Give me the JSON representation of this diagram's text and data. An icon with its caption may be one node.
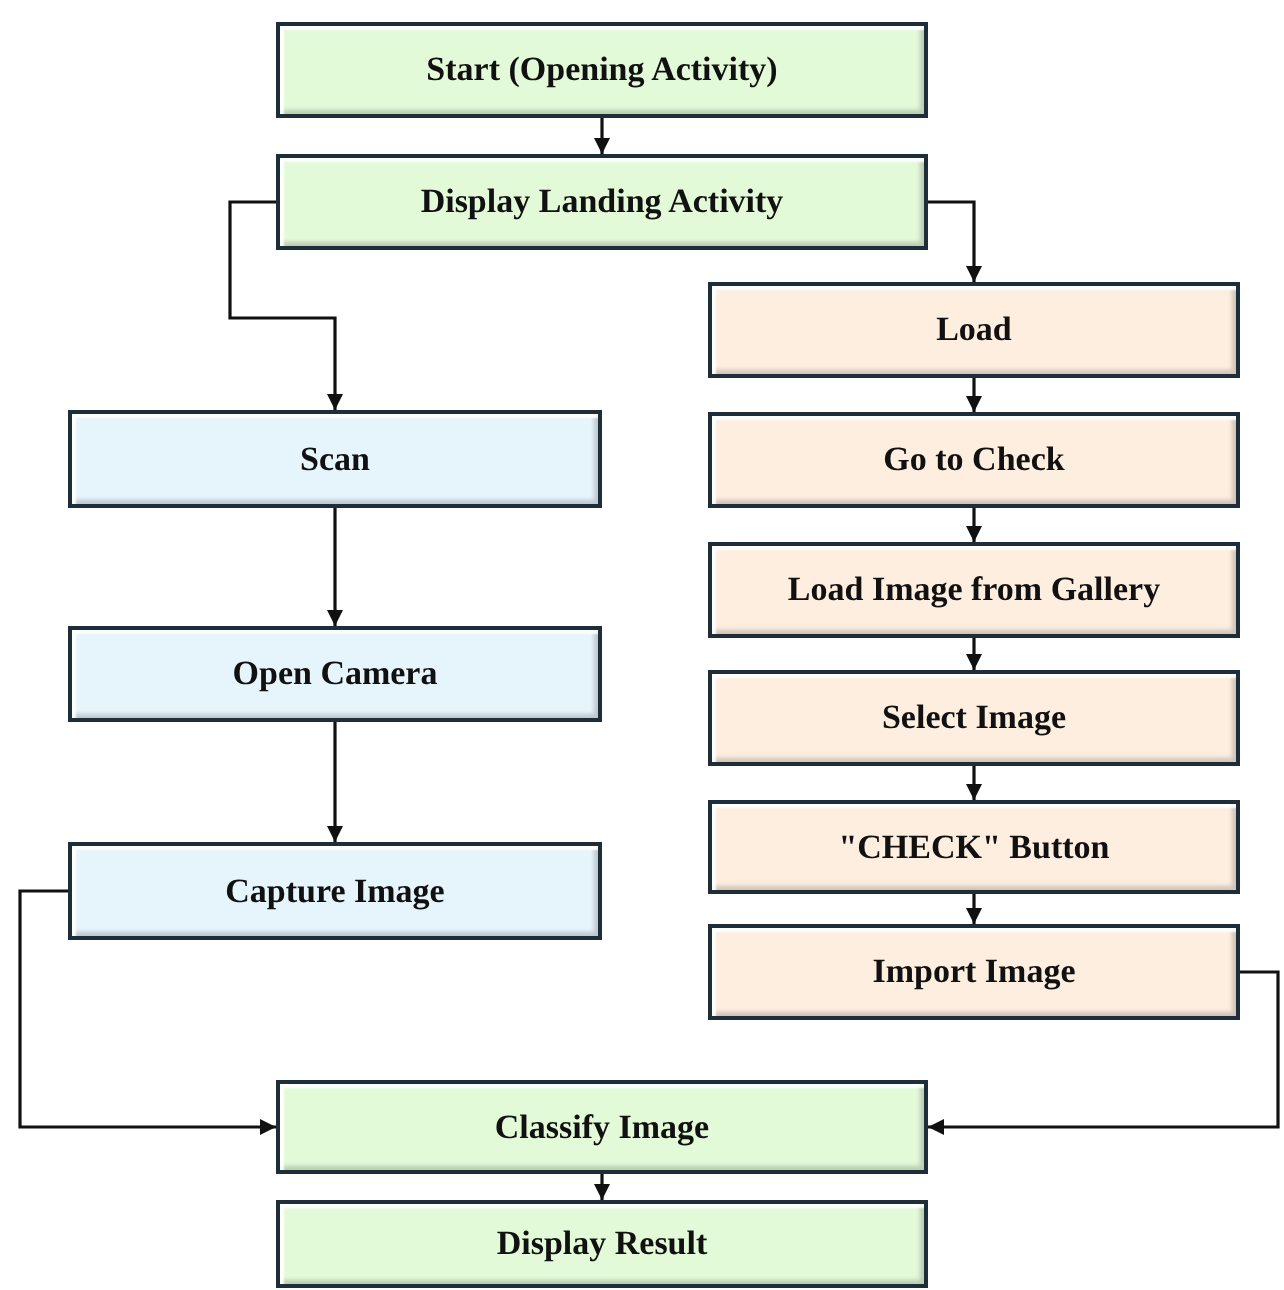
{
  "diagram": {
    "nodes": [
      {
        "text": [
          "Start (Opening Activity)"
        ]
      },
      {
        "text": [
          "Display Landing Activity"
        ]
      },
      {
        "text": [
          "Scan"
        ]
      },
      {
        "text": [
          "Open Camera"
        ]
      },
      {
        "text": [
          "Capture Image"
        ]
      },
      {
        "text": [
          "Load"
        ]
      },
      {
        "text": [
          "Go to Check"
        ]
      },
      {
        "text": [
          "Load Image from Gallery"
        ]
      },
      {
        "text": [
          "Select Image"
        ]
      },
      {
        "text": [
          "\"CHECK\" Button"
        ]
      },
      {
        "text": [
          "Import Image"
        ]
      },
      {
        "text": [
          "Classify Image"
        ]
      },
      {
        "text": [
          "Display Result"
        ]
      }
    ],
    "edges": [
      {
        "from": 0,
        "to": 1,
        "arrow": "to"
      },
      {
        "from": 1,
        "to": 2,
        "arrow": "to"
      },
      {
        "from": 1,
        "to": 5,
        "arrow": "to"
      },
      {
        "from": 2,
        "to": 3,
        "arrow": "to"
      },
      {
        "from": 3,
        "to": 4,
        "arrow": "to"
      },
      {
        "from": 5,
        "to": 6,
        "arrow": "to"
      },
      {
        "from": 6,
        "to": 7,
        "arrow": "to"
      },
      {
        "from": 7,
        "to": 8,
        "arrow": "to"
      },
      {
        "from": 8,
        "to": 9,
        "arrow": "to"
      },
      {
        "from": 9,
        "to": 10,
        "arrow": "to"
      },
      {
        "from": 4,
        "to": 11,
        "arrow": "to"
      },
      {
        "from": 10,
        "to": 11,
        "arrow": "to"
      },
      {
        "from": 11,
        "to": 12,
        "arrow": "to"
      }
    ]
  }
}
